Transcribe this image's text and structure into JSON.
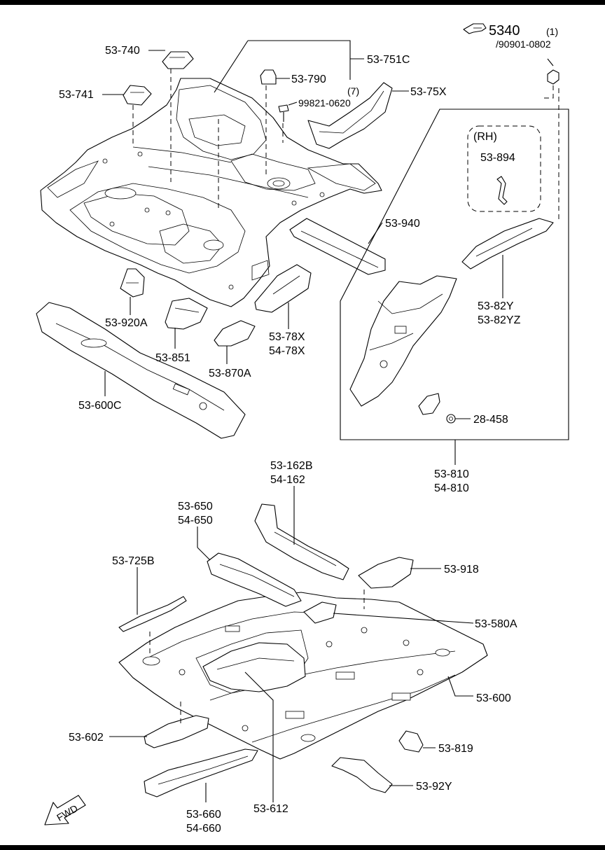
{
  "reference": {
    "icon": "hand-pointer-icon",
    "code": "5340",
    "qty": "(1)",
    "part": "/90901-0802"
  },
  "rh_label": "(RH)",
  "fwd_label": "FWD",
  "labels": {
    "l_53_740": "53-740",
    "l_53_741": "53-741",
    "l_53_751c": "53-751C",
    "l_53_790": "53-790",
    "l_qty7": "(7)",
    "l_99821": "99821-0620",
    "l_53_75x": "53-75X",
    "l_53_894": "53-894",
    "l_53_940": "53-940",
    "l_53_82y": "53-82Y",
    "l_53_82yz": "53-82YZ",
    "l_53_920a": "53-920A",
    "l_53_851": "53-851",
    "l_53_78x": "53-78X",
    "l_54_78x": "54-78X",
    "l_53_870a": "53-870A",
    "l_53_600c": "53-600C",
    "l_28_458": "28-458",
    "l_53_810": "53-810",
    "l_54_810": "54-810",
    "l_53_162b": "53-162B",
    "l_54_162": "54-162",
    "l_53_650": "53-650",
    "l_54_650": "54-650",
    "l_53_725b": "53-725B",
    "l_53_918": "53-918",
    "l_53_580a": "53-580A",
    "l_53_600": "53-600",
    "l_53_602": "53-602",
    "l_53_819": "53-819",
    "l_53_92y": "53-92Y",
    "l_53_660": "53-660",
    "l_54_660": "54-660",
    "l_53_612": "53-612"
  }
}
